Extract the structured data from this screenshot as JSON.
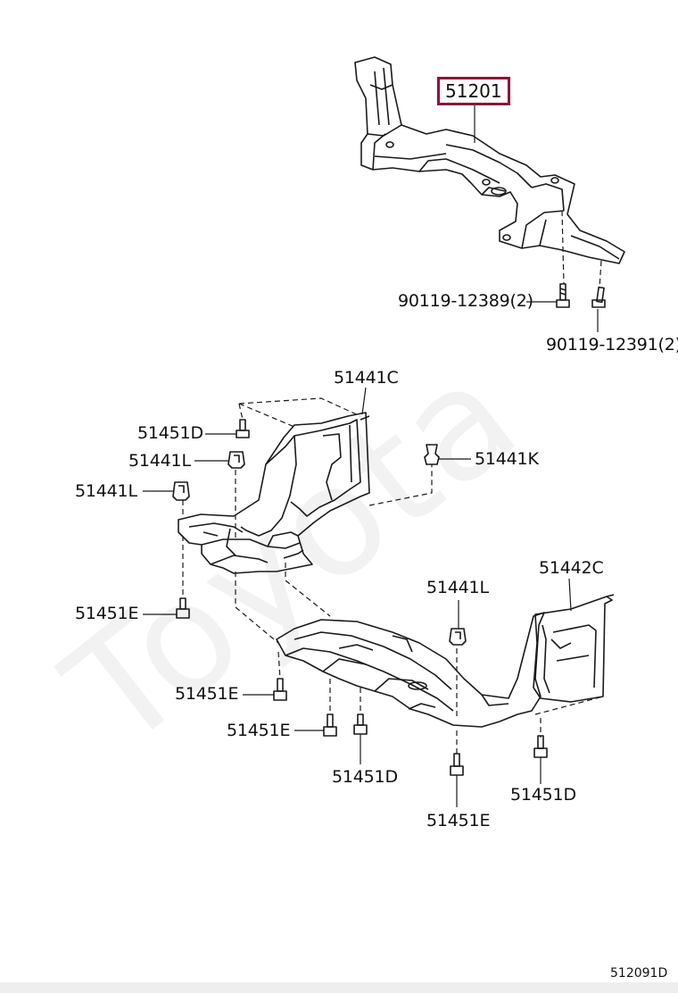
{
  "watermark": "Toyota",
  "parts": {
    "crossmember": "51201",
    "bolt_a": "90119-12389(2)",
    "bolt_b": "90119-12391(2)",
    "cover_c": "51441C",
    "bolt_d_top": "51451D",
    "clip_l_1": "51441L",
    "clip_l_2": "51441L",
    "clip_k": "51441K",
    "bolt_e_left": "51451E",
    "clip_l_3": "51441L",
    "cover_42c": "51442C",
    "bolt_e_mid1": "51451E",
    "bolt_e_mid2": "51451E",
    "bolt_d_mid": "51451D",
    "bolt_e_bottom": "51451E",
    "bolt_d_right": "51451D"
  },
  "diagram_code": "512091D",
  "highlight_color": "#8b1538"
}
